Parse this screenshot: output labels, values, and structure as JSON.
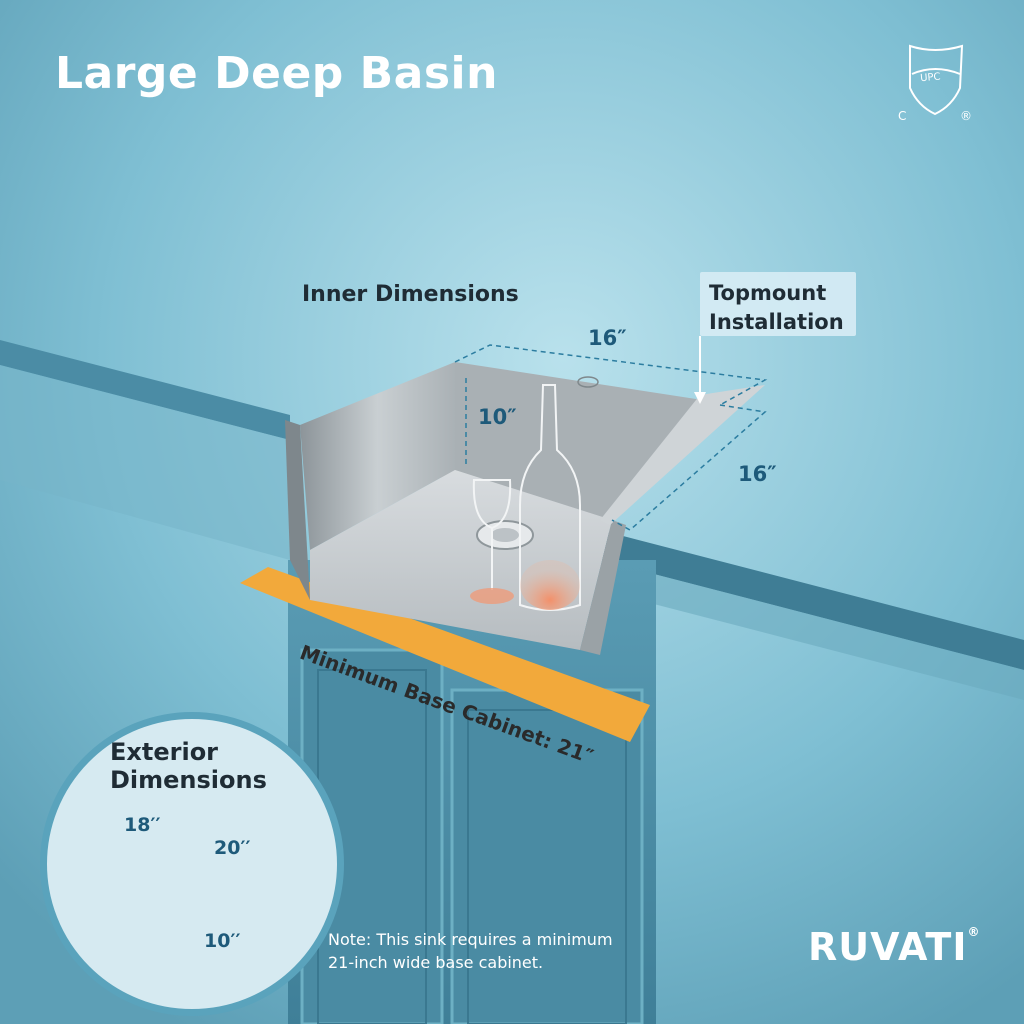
{
  "header": {
    "title": "Large Deep Basin"
  },
  "certification": {
    "shield_text": "UPC",
    "left_mark": "C",
    "right_mark": "®"
  },
  "inner": {
    "label": "Inner Dimensions",
    "width": "16″",
    "depth": "16″",
    "height": "10″"
  },
  "callout": {
    "line1": "Topmount",
    "line2": "Installation"
  },
  "cabinet": {
    "label": "Minimum Base Cabinet: 21″"
  },
  "exterior": {
    "line1": "Exterior",
    "line2": "Dimensions",
    "width": "18′′",
    "depth": "20′′",
    "height": "10′′"
  },
  "note": {
    "line1": "Note: This sink requires a minimum",
    "line2": "21-inch wide base cabinet."
  },
  "brand": {
    "name": "RUVATI",
    "mark": "®"
  },
  "colors": {
    "background": "#6fb3c9",
    "accent_orange": "#f2a93b",
    "dimension_blue": "#1e5a7a"
  }
}
